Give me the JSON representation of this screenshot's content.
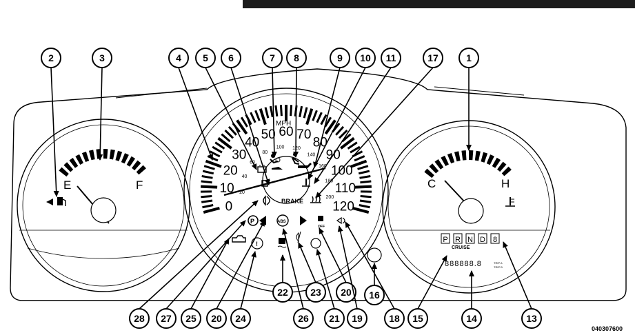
{
  "header_bar": true,
  "figure_code": "040307600",
  "fuel_gauge": {
    "empty_label": "E",
    "full_label": "F",
    "needle_level": 0.15
  },
  "temp_gauge": {
    "cold_label": "C",
    "hot_label": "H",
    "needle_level": 0.35
  },
  "speedometer": {
    "unit": "MPH",
    "mph_ticks": [
      "0",
      "10",
      "20",
      "30",
      "40",
      "50",
      "60",
      "70",
      "80",
      "90",
      "100",
      "110",
      "120"
    ],
    "kmh_ticks": [
      "20",
      "40",
      "60",
      "80",
      "100",
      "120",
      "140",
      "160",
      "180",
      "200"
    ],
    "needle_level": 0.0
  },
  "brake_label": "BRAKE",
  "abs_label": "ABS",
  "off_label": "OFF",
  "gear_indicator": [
    "P",
    "R",
    "N",
    "D",
    "8"
  ],
  "cruise_label": "CRUISE",
  "odometer": {
    "digits": "888888.8",
    "trip_labels": [
      "TRIP A",
      "TRIP B"
    ]
  },
  "callouts": {
    "top": [
      "2",
      "3",
      "4",
      "5",
      "6",
      "7",
      "8",
      "9",
      "10",
      "11",
      "17",
      "1"
    ],
    "bottom": [
      "28",
      "27",
      "25",
      "20",
      "24",
      "22",
      "26",
      "23",
      "21",
      "20",
      "19",
      "16",
      "18",
      "15",
      "14",
      "13"
    ]
  },
  "icons": [
    "low-fuel-icon",
    "battery-icon",
    "oil-pressure-icon",
    "airbag-icon",
    "seatbelt-icon",
    "oil-can-icon",
    "coolant-temp-icon",
    "rear-defrost-icon",
    "headlight-icon",
    "park-brake-icon",
    "engine-check-icon",
    "tire-pressure-icon",
    "left-turn-icon",
    "right-turn-icon",
    "abs-icon",
    "fog-light-icon",
    "traction-off-icon",
    "front-fog-icon",
    "skid-icon",
    "cruise-icon"
  ]
}
